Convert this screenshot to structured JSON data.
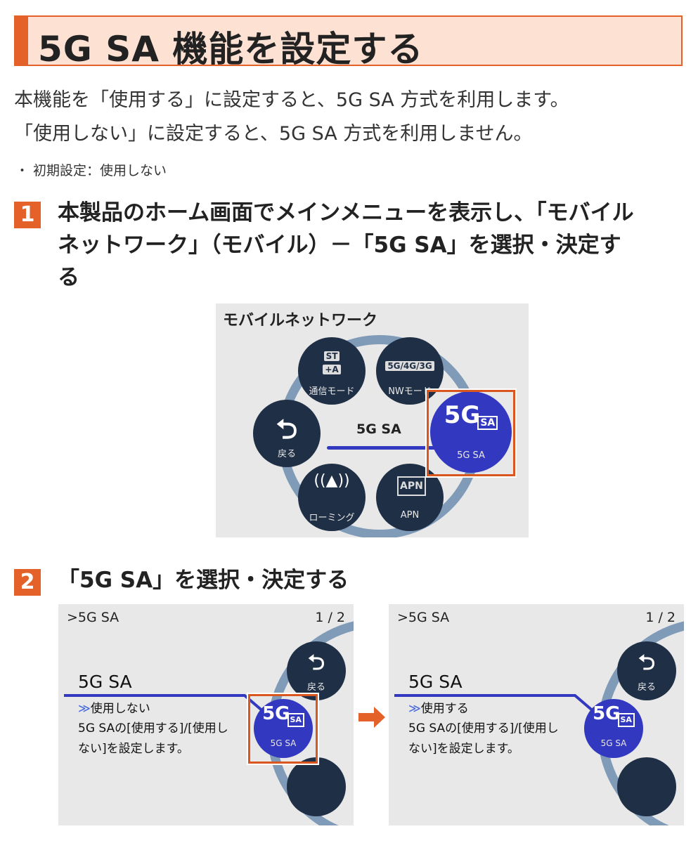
{
  "title": "5G SA 機能を設定する",
  "intro": [
    "本機能を「使用する」に設定すると、5G SA 方式を利用します。",
    "「使用しない」に設定すると、5G SA 方式を利用しません。"
  ],
  "bullet": "・ 初期設定：使用しない",
  "steps": [
    {
      "number": "1",
      "lines": [
        "本製品のホーム画面でメインメニューを表示し、「モバイル",
        "ネットワーク」（モバイル）－「5G SA」を選択・決定す",
        "る"
      ]
    },
    {
      "number": "2",
      "lines": [
        "「5G SA」を選択・決定する"
      ]
    }
  ],
  "menu_screen": {
    "title": "モバイルネットワーク",
    "center_label": "5G SA",
    "items": [
      {
        "label": "通信モード",
        "icon": [
          "ST",
          "+A"
        ]
      },
      {
        "label": "NWモード",
        "icon": [
          "5G/4G/3G"
        ]
      },
      {
        "label": "戻る",
        "icon": "back-arrow-icon"
      },
      {
        "label": "5G SA",
        "icon": [
          "5G",
          "SA"
        ],
        "selected": true
      },
      {
        "label": "ローミング",
        "icon": "roaming-antenna-icon"
      },
      {
        "label": "APN",
        "icon": [
          "APN"
        ]
      }
    ]
  },
  "setting_screens": [
    {
      "breadcrumb": ">5G SA",
      "page": "1 / 2",
      "heading": "5G SA",
      "value": "使用しない",
      "desc": [
        "5G SAの[使用する]/[使用し",
        "ない]を設定します。"
      ],
      "back_label": "戻る",
      "item_label": "5G SA",
      "logo": [
        "5G",
        "SA"
      ],
      "highlighted": true
    },
    {
      "breadcrumb": ">5G SA",
      "page": "1 / 2",
      "heading": "5G SA",
      "value": "使用する",
      "desc": [
        "5G SAの[使用する]/[使用し",
        "ない]を設定します。"
      ],
      "back_label": "戻る",
      "item_label": "5G SA",
      "logo": [
        "5G",
        "SA"
      ],
      "highlighted": false
    }
  ],
  "colors": {
    "accent": "#e4622a",
    "title_bg": "#fde2d4",
    "selected": "#3338c0",
    "dark_circle": "#1f2f45",
    "ring": "#7f9bb8"
  }
}
